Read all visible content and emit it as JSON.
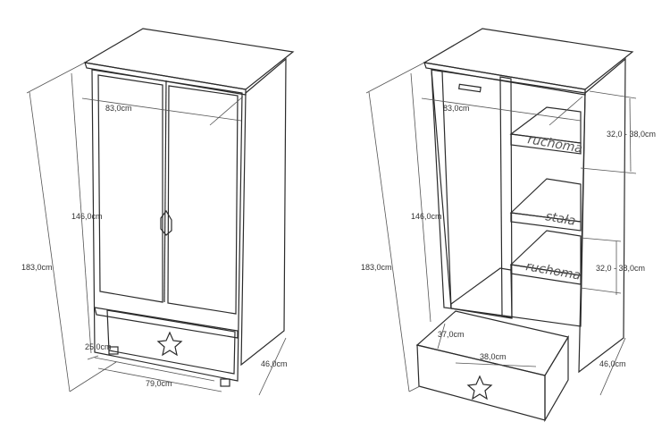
{
  "left_view": {
    "width_top": "83,0cm",
    "door_height": "146,0cm",
    "total_height": "183,0cm",
    "drawer_height": "25,0cm",
    "base_width": "79,0cm",
    "depth": "46,0cm"
  },
  "right_view": {
    "width_top": "83,0cm",
    "shelf_range_top": "32,0 - 38,0cm",
    "shelf_range_bottom": "32,0 - 38,0cm",
    "inner_height": "146,0cm",
    "total_height": "183,0cm",
    "drawer_depth": "37,0cm",
    "drawer_width": "38,0cm",
    "depth": "46,0cm"
  },
  "shelf_labels": {
    "top": "ruchoma",
    "middle": "stała",
    "bottom": "ruchoma"
  },
  "colors": {
    "top_face": "#dcdcdc",
    "side_face": "#b8b8b8",
    "front_face": "#f7f7f7",
    "interior": "#cfcfcf"
  }
}
